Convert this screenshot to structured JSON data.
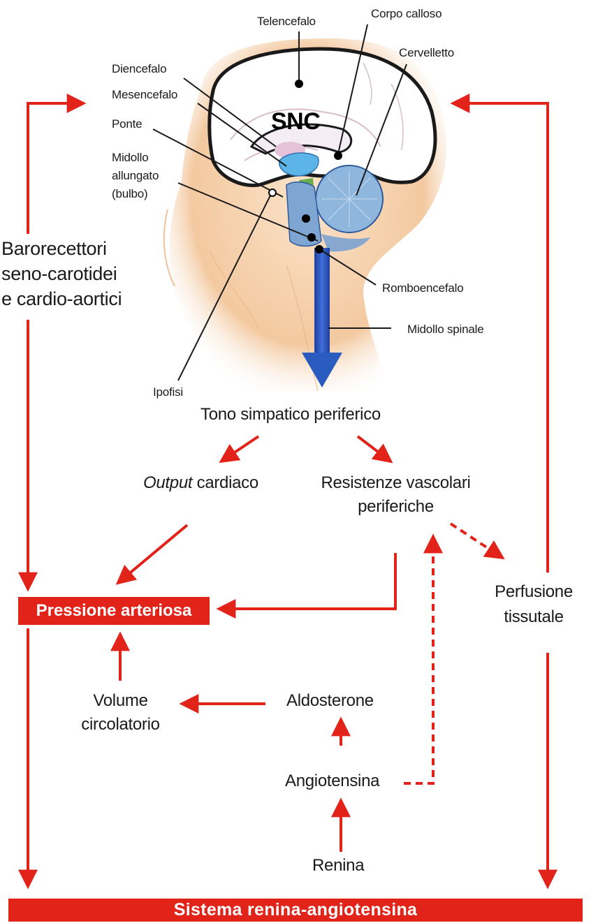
{
  "brain_labels": {
    "telencefalo": "Telencefalo",
    "corpo_calloso": "Corpo calloso",
    "cervelletto": "Cervelletto",
    "diencefalo": "Diencefalo",
    "mesencefalo": "Mesencefalo",
    "ponte": "Ponte",
    "midollo_1": "Midollo",
    "midollo_2": "allungato",
    "midollo_3": "(bulbo)",
    "snc": "SNC",
    "romboencefalo": "Romboencefalo",
    "midollo_spinale": "Midollo spinale",
    "ipofisi": "Ipofisi"
  },
  "baro": {
    "line1": "Barorecettori",
    "line2": "seno-carotidei",
    "line3": "e cardio-aortici"
  },
  "tono": "Tono simpatico periferico",
  "output": {
    "italic": "Output",
    "rest": " cardiaco"
  },
  "resistenze": {
    "line1": "Resistenze vascolari",
    "line2": "periferiche"
  },
  "perfusione": {
    "line1": "Perfusione",
    "line2": "tissutale"
  },
  "pressione": "Pressione arteriosa",
  "volume": {
    "line1": "Volume",
    "line2": "circolatorio"
  },
  "aldosterone": "Aldosterone",
  "angiotensina": "Angiotensina",
  "renina": "Renina",
  "sistema": "Sistema renina-angiotensina",
  "colors": {
    "arrow_red": "#e2231a",
    "brain_blue": "#2a5cbf",
    "skin": "#f3c9a0"
  }
}
